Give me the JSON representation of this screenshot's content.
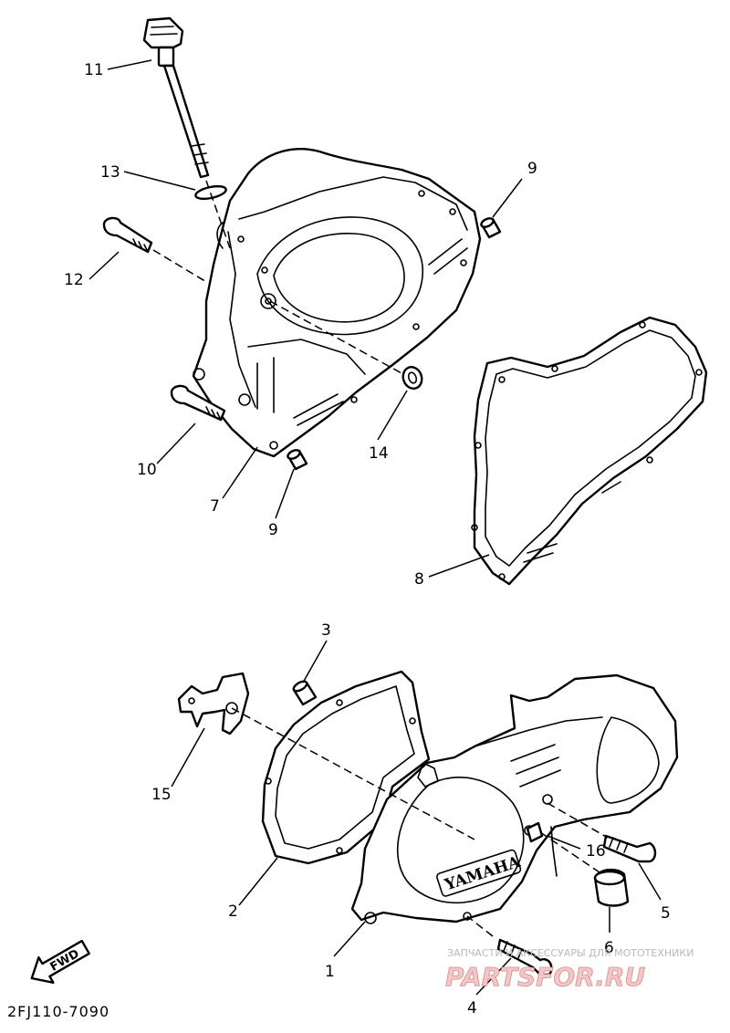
{
  "diagram": {
    "code": "2FJ110-7090",
    "fwd_label": "FWD",
    "cover_brand": "YAMAHA",
    "callouts": [
      "1",
      "2",
      "3",
      "4",
      "5",
      "6",
      "7",
      "8",
      "9",
      "9",
      "10",
      "11",
      "12",
      "13",
      "14",
      "15",
      "16"
    ]
  },
  "watermark": {
    "caption": "ЗАПЧАСТИ И АКСЕССУАРЫ ДЛЯ МОТОТЕХНИКИ",
    "logo": "PARTSFOR.RU"
  }
}
